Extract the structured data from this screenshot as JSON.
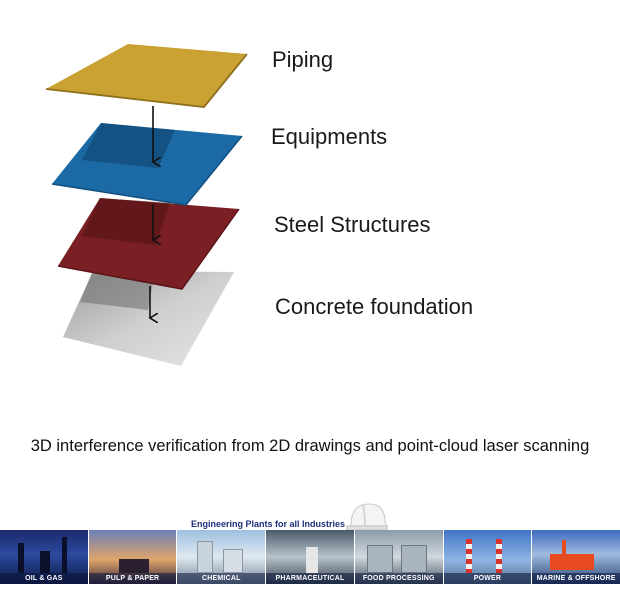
{
  "diagram": {
    "layers": [
      {
        "label": "Piping",
        "color": "#c9a233"
      },
      {
        "label": "Equipments",
        "color": "#1b6aa5"
      },
      {
        "label": "Steel Structures",
        "color": "#7a1f24"
      },
      {
        "label": "Concrete foundation",
        "color": "#bdbdbd"
      }
    ]
  },
  "caption": "3D interference verification from 2D drawings and point-cloud laser scanning",
  "banner": {
    "title": "Engineering Plants for all Industries",
    "industries": [
      "OIL & GAS",
      "PULP & PAPER",
      "CHEMICAL",
      "PHARMACEUTICAL",
      "FOOD PROCESSING",
      "POWER",
      "MARINE & OFFSHORE"
    ]
  }
}
